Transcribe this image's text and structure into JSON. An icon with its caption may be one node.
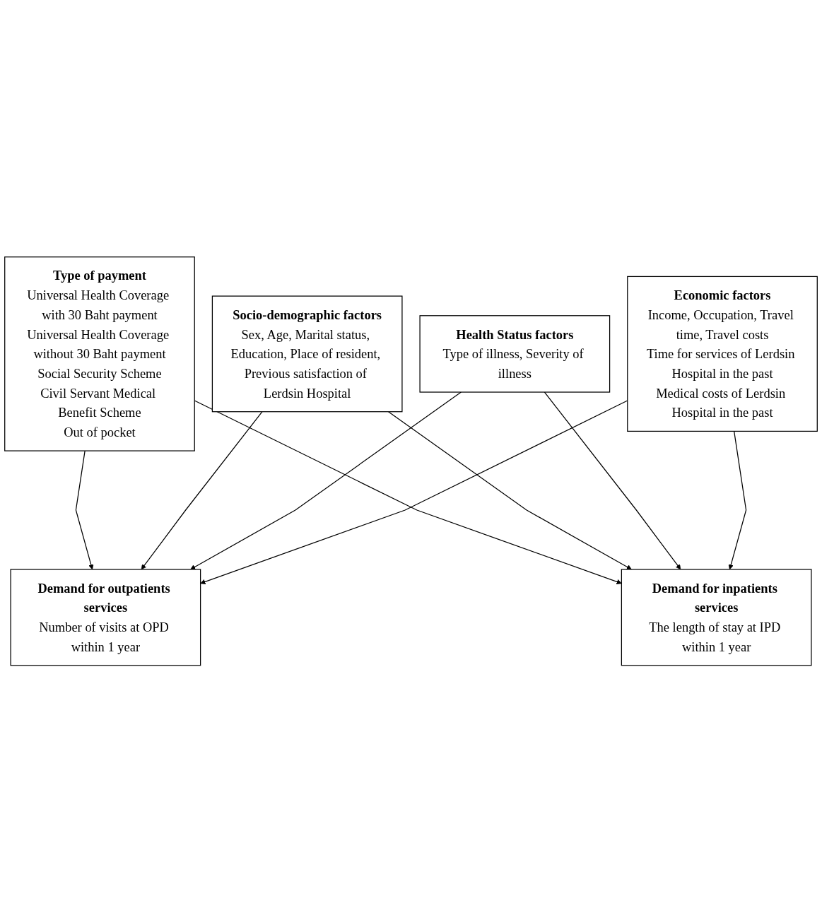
{
  "diagram": {
    "nodes": [
      {
        "text": [
          "Type of payment",
          "Universal Health Coverage with 30 Baht payment",
          "Universal Health Coverage without 30 Baht payment",
          "Social Security Scheme",
          "Civil Servant Medical Benefit Scheme",
          "Out of pocket"
        ]
      },
      {
        "text": [
          "Demand for outpatients services",
          "Number of visits at OPD within 1 year"
        ]
      },
      {
        "text": [
          "Demand for inpatients services",
          "The length of stay at IPD within 1 year"
        ]
      },
      {
        "text": [
          "Socio-demographic factors",
          "Sex, Age, Marital status, Education, Place of resident, Previous satisfaction of Lerdsin Hospital"
        ]
      },
      {
        "text": [
          "Health Status factors",
          "Type of illness, Severity of illness"
        ]
      },
      {
        "text": [
          "Economic factors",
          "Income, Occupation, Travel time, Travel costs",
          "Time for services of Lerdsin Hospital in the past",
          "Medical costs of Lerdsin Hospital in the past"
        ]
      }
    ],
    "edges": [
      {
        "from": 0,
        "to": 1,
        "arrow": "to"
      },
      {
        "from": 0,
        "to": 2,
        "arrow": "to"
      },
      {
        "from": 3,
        "to": 1,
        "arrow": "to"
      },
      {
        "from": 3,
        "to": 2,
        "arrow": "to"
      },
      {
        "from": 4,
        "to": 1,
        "arrow": "to"
      },
      {
        "from": 4,
        "to": 2,
        "arrow": "to"
      },
      {
        "from": 5,
        "to": 1,
        "arrow": "to"
      },
      {
        "from": 5,
        "to": 2,
        "arrow": "to"
      }
    ]
  }
}
